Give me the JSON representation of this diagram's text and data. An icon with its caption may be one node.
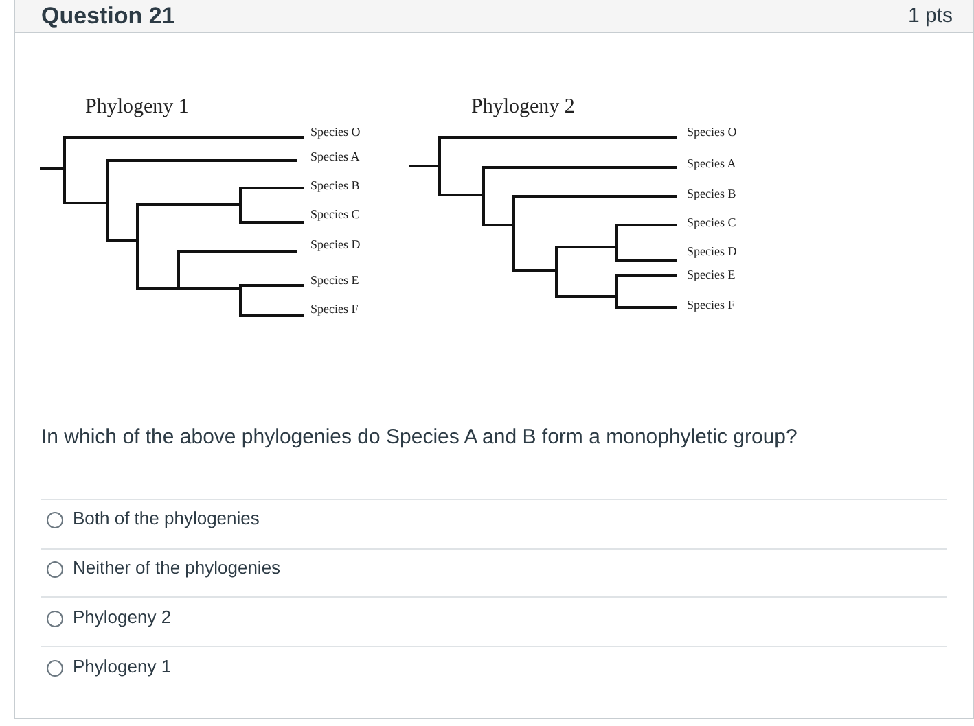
{
  "diagram": {
    "title": "Question 21",
    "labels": [
      "1 pts",
      "Phylogeny 1",
      "Species O",
      "Species A",
      "Species B",
      "Species C",
      "Species D",
      "Species E",
      "Species F",
      "Phylogeny 2",
      "Species O",
      "Species A",
      "Species B",
      "Species C",
      "Species D",
      "Species E",
      "Species F",
      "In which of the above phylogenies do Species A and B form a monophyletic group?",
      "Both of the phylogenies",
      "Neither of the phylogenies",
      "Phylogeny 2",
      "Phylogeny 1"
    ]
  }
}
